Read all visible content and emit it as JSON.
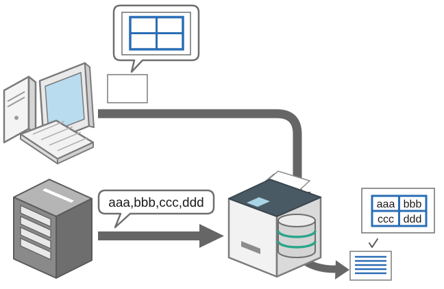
{
  "speech_bubble": {
    "text": "aaa,bbb,ccc,ddd"
  },
  "output_table": {
    "cells": [
      "aaa",
      "bbb",
      "ccc",
      "ddd"
    ]
  },
  "colors": {
    "arrow": "#666666",
    "table_border": "#2a6db5",
    "drum_stripe": "#2aa58a",
    "printer_body": "#f2f2f2",
    "printer_top": "#4a5a64",
    "server_body": "#7a7a7a"
  },
  "icons": [
    "computer-icon",
    "server-icon",
    "printer-icon",
    "database-icon",
    "form-template-icon",
    "printed-sheet-icon"
  ]
}
